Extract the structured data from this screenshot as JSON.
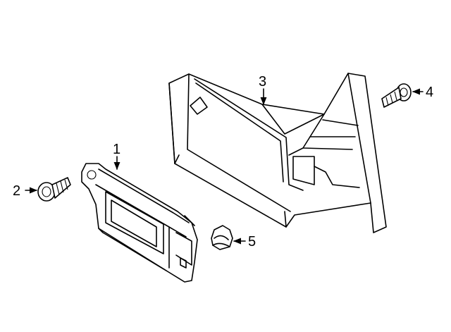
{
  "callouts": [
    {
      "label": "1",
      "part": "module"
    },
    {
      "label": "2",
      "part": "module-screw"
    },
    {
      "label": "3",
      "part": "bracket"
    },
    {
      "label": "4",
      "part": "bracket-screw"
    },
    {
      "label": "5",
      "part": "nut"
    }
  ]
}
